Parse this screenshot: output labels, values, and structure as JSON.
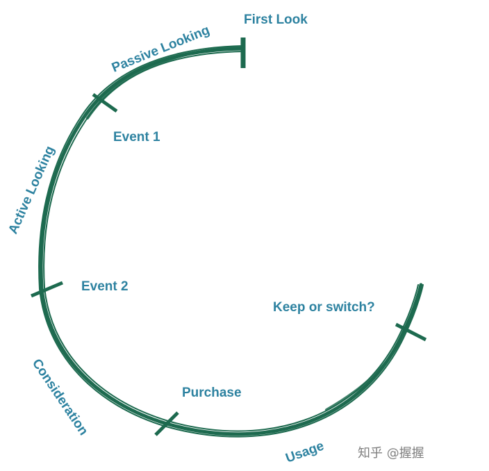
{
  "colors": {
    "arc": "#1d6a4f",
    "label": "#2d82a0",
    "watermark": "#555555"
  },
  "labels": {
    "first_look": "First Look",
    "passive_looking": "Passive Looking",
    "event_1": "Event 1",
    "active_looking": "Active Looking",
    "event_2": "Event 2",
    "consideration": "Consideration",
    "purchase": "Purchase",
    "usage": "Usage",
    "keep_or_switch": "Keep or switch?"
  },
  "watermark": "知乎 @握握"
}
